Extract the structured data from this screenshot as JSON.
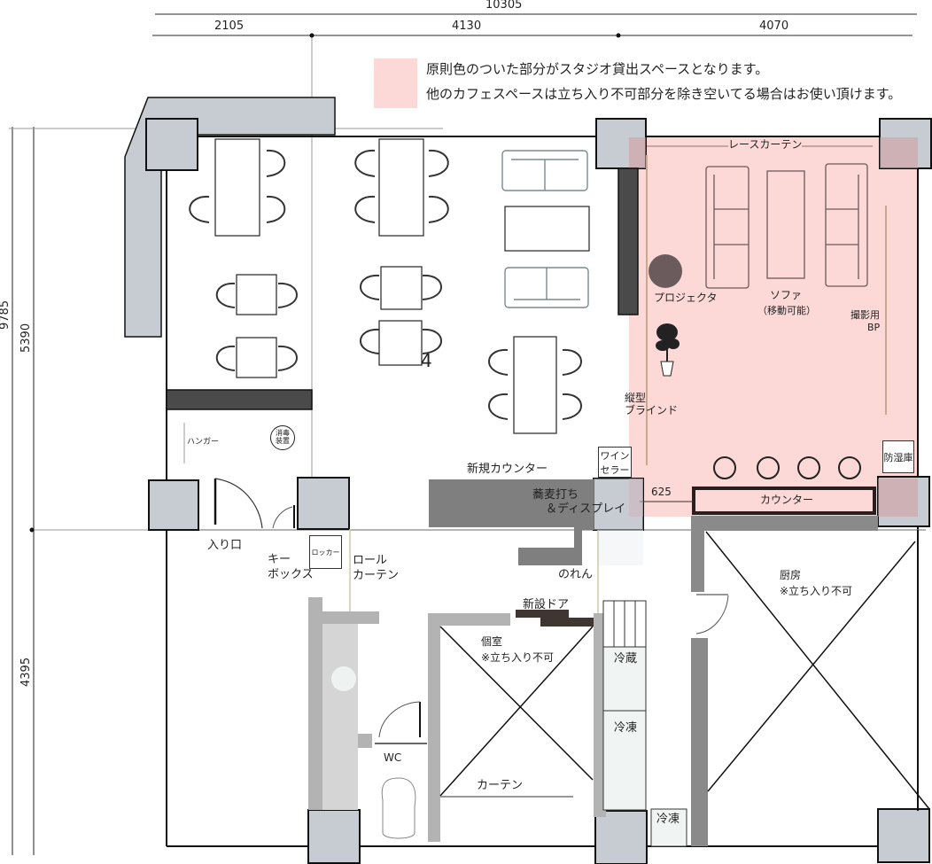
{
  "dimensions": {
    "top_total": "10305",
    "top_segments": [
      "2105",
      "4130",
      "4070"
    ],
    "left_total": "9785",
    "left_segments": [
      "5390",
      "4395"
    ]
  },
  "legend": {
    "swatch_color": "#fcd9d7",
    "line1": "原則色のついた部分がスタジオ貸出スペースとなります。",
    "line2": "他のカフェスペースは立ち入り不可部分を除き空いてる場合はお使い頂けます。"
  },
  "studio_area": {
    "color": "#fcd9d7",
    "lace_curtain": "レースカーテン",
    "projector": "プロジェクタ",
    "sofa": "ソファ",
    "sofa_note": "（移動可能）",
    "backdrop": "撮影用",
    "backdrop_sub": "BP",
    "blind": "縦型",
    "blind_sub": "ブラインド",
    "dry_cabinet": "防湿庫",
    "counter": "カウンター",
    "counter_offset": "625"
  },
  "cafe_area": {
    "table_marker": "4",
    "hanger": "ハンガー",
    "extinguisher_line1": "消毒",
    "extinguisher_line2": "装置",
    "entrance": "入り口",
    "key_box_line1": "キー",
    "key_box_line2": "ボックス",
    "locker": "ロッカー",
    "roll_curtain_line1": "ロール",
    "roll_curtain_line2": "カーテン",
    "new_counter": "新規カウンター",
    "wine_cellar_line1": "ワイン",
    "wine_cellar_line2": "セラー",
    "soba_line1": "蕎麦打ち",
    "soba_line2": "＆ディスプレイ",
    "noren": "のれん",
    "new_door": "新設ドア"
  },
  "restricted_rooms": {
    "private_room": "個室",
    "private_room_note": "※立ち入り不可",
    "curtain": "カーテン",
    "wc": "WC",
    "kitchen": "厨房",
    "kitchen_note": "※立ち入り不可",
    "fridge": "冷蔵",
    "freezer": "冷凍",
    "freezer_small": "冷凍"
  }
}
